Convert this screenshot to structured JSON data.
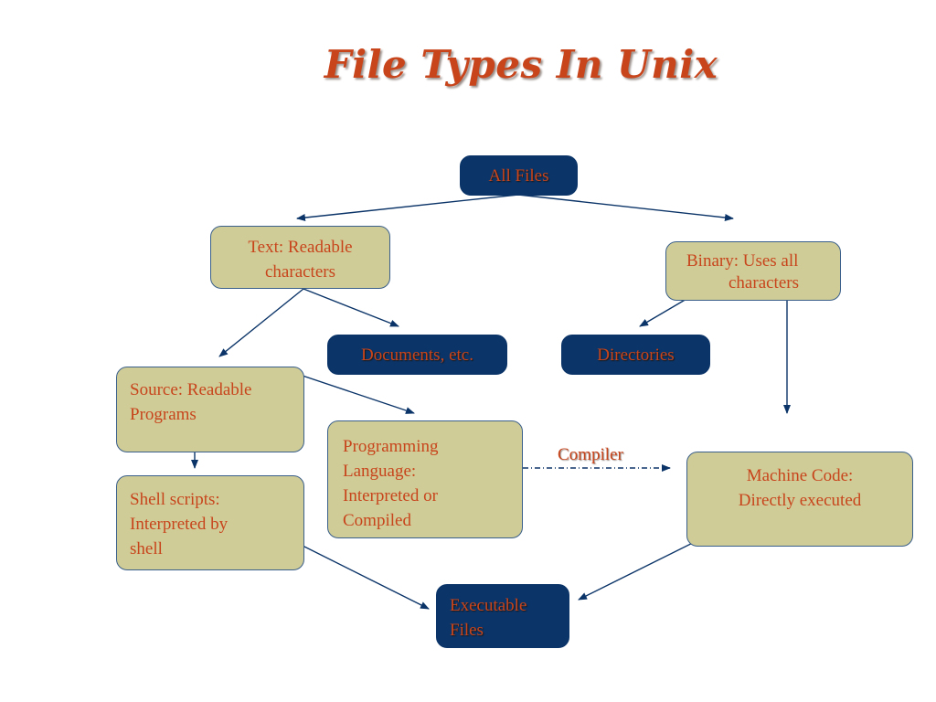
{
  "title": "File Types In Unix",
  "nodes": {
    "all_files": "All Files",
    "text": [
      "Text: Readable",
      "characters"
    ],
    "binary": [
      "Binary: Uses all",
      "characters"
    ],
    "documents": "Documents, etc.",
    "directories": "Directories",
    "source": [
      "Source: Readable",
      "Programs"
    ],
    "programming_language": [
      "Programming",
      "Language:",
      "Interpreted or",
      "Compiled"
    ],
    "machine_code": [
      "Machine Code:",
      "Directly executed"
    ],
    "shell_scripts": [
      "Shell scripts:",
      "Interpreted by",
      "shell"
    ],
    "executable": [
      "Executable",
      "Files"
    ]
  },
  "edges": {
    "compiler_label": "Compiler"
  },
  "colors": {
    "text": "#c8451c",
    "tan_box": "#cfcc98",
    "navy_box": "#0b3468",
    "arrow": "#0b3468"
  }
}
